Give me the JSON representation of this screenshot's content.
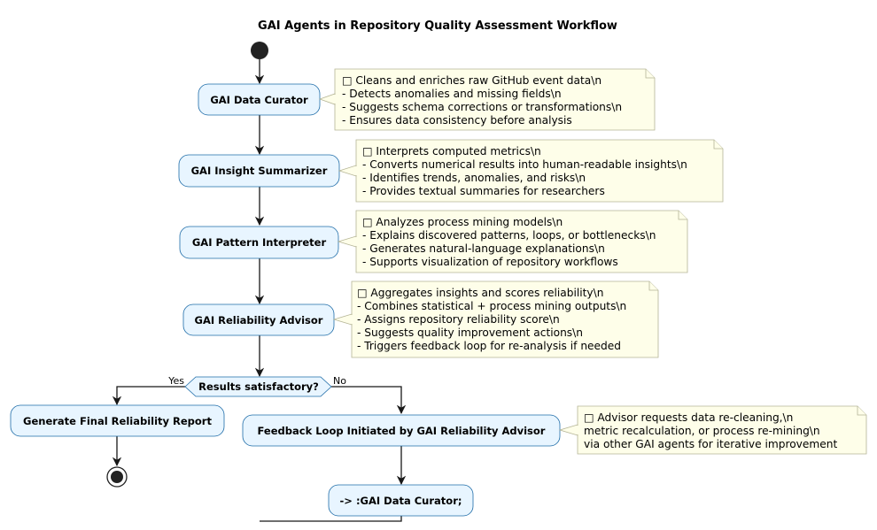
{
  "diagram": {
    "title": "GAI Agents in Repository Quality Assessment Workflow",
    "activities": {
      "curator": "GAI Data Curator",
      "summarizer": "GAI Insight Summarizer",
      "interpreter": "GAI Pattern Interpreter",
      "advisor": "GAI Reliability Advisor",
      "final_report": "Generate Final Reliability Report",
      "feedback": "Feedback Loop Initiated by GAI Reliability Advisor",
      "goto_curator": "-> :GAI Data Curator;"
    },
    "decision": {
      "question": "Results satisfactory?",
      "yes_label": "Yes",
      "no_label": "No"
    },
    "notes": {
      "curator": [
        "□ Cleans and enriches raw GitHub event data\\n",
        "- Detects anomalies and missing fields\\n",
        "- Suggests schema corrections or transformations\\n",
        "- Ensures data consistency before analysis"
      ],
      "summarizer": [
        "□ Interprets computed metrics\\n",
        "- Converts numerical results into human-readable insights\\n",
        "- Identifies trends, anomalies, and risks\\n",
        "- Provides textual summaries for researchers"
      ],
      "interpreter": [
        "□ Analyzes process mining models\\n",
        "- Explains discovered patterns, loops, or bottlenecks\\n",
        "- Generates natural-language explanations\\n",
        "- Supports visualization of repository workflows"
      ],
      "advisor": [
        "□ Aggregates insights and scores reliability\\n",
        "- Combines statistical + process mining outputs\\n",
        "- Assigns repository reliability score\\n",
        "- Suggests quality improvement actions\\n",
        "- Triggers feedback loop for re-analysis if needed"
      ],
      "feedback": [
        "□ Advisor requests data re-cleaning,\\n",
        "metric recalculation, or process re-mining\\n",
        "via other GAI agents for iterative improvement"
      ]
    },
    "colors": {
      "activity_fill": "#e8f5ff",
      "activity_stroke": "#1e6ca8",
      "note_fill": "#fefee9",
      "note_stroke": "#b5b596",
      "arrow": "#181818"
    }
  }
}
